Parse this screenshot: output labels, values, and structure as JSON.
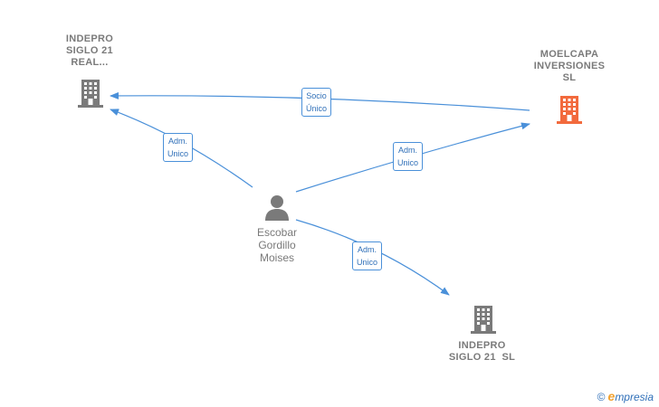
{
  "nodes": {
    "indepro_real": {
      "label_lines": [
        "INDEPRO",
        "SIGLO 21",
        "REAL..."
      ]
    },
    "moelcapa": {
      "label_lines": [
        "MOELCAPA",
        "INVERSIONES",
        "SL"
      ]
    },
    "person": {
      "label_lines": [
        "Escobar",
        "Gordillo",
        "Moises"
      ]
    },
    "indepro_sl": {
      "label_lines": [
        "INDEPRO",
        "SIGLO 21  SL"
      ]
    }
  },
  "edges": {
    "socio_unico": {
      "line1": "Socio",
      "line2": "Único"
    },
    "adm_left": {
      "line1": "Adm.",
      "line2": "Unico"
    },
    "adm_right": {
      "line1": "Adm.",
      "line2": "Unico"
    },
    "adm_bottom": {
      "line1": "Adm.",
      "line2": "Unico"
    }
  },
  "colors": {
    "edge": "#4a90d9",
    "building_gray": "#7a7a7a",
    "building_main": "#f26a3d"
  },
  "footer": {
    "copyright": "©",
    "brand_initial": "e",
    "brand_rest": "mpresia"
  }
}
